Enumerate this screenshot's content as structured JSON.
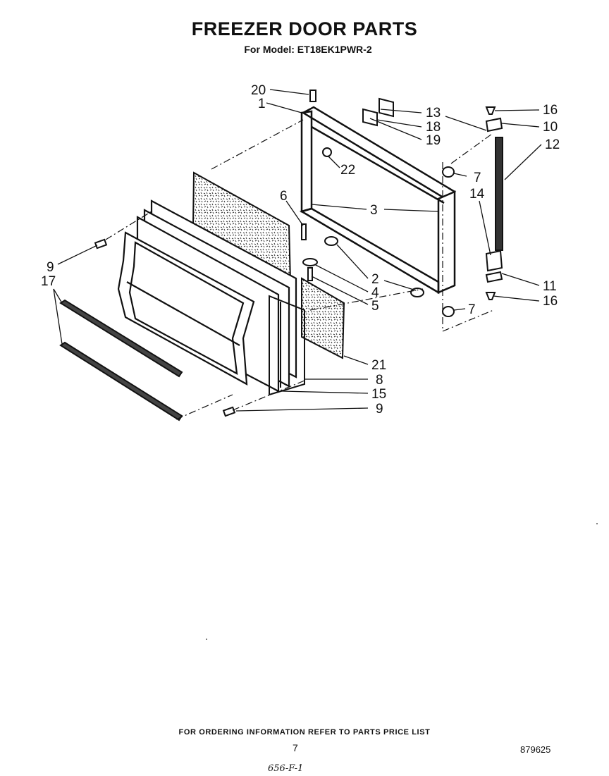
{
  "header": {
    "title": "FREEZER DOOR PARTS",
    "subtitle": "For Model: ET18EK1PWR-2"
  },
  "callouts": {
    "c1": "1",
    "c2": "2",
    "c3": "3",
    "c4": "4",
    "c5": "5",
    "c6": "6",
    "c7": "7",
    "c8": "8",
    "c9": "9",
    "c10": "10",
    "c11": "11",
    "c12": "12",
    "c13": "13",
    "c14": "14",
    "c15": "15",
    "c16": "16",
    "c17": "17",
    "c18": "18",
    "c19": "19",
    "c20": "20",
    "c21": "21",
    "c22": "22"
  },
  "footer": {
    "ordering_note": "FOR ORDERING INFORMATION REFER TO PARTS PRICE LIST",
    "page_number": "7",
    "doc_number": "879625",
    "handwritten_code": "656-F-1"
  }
}
